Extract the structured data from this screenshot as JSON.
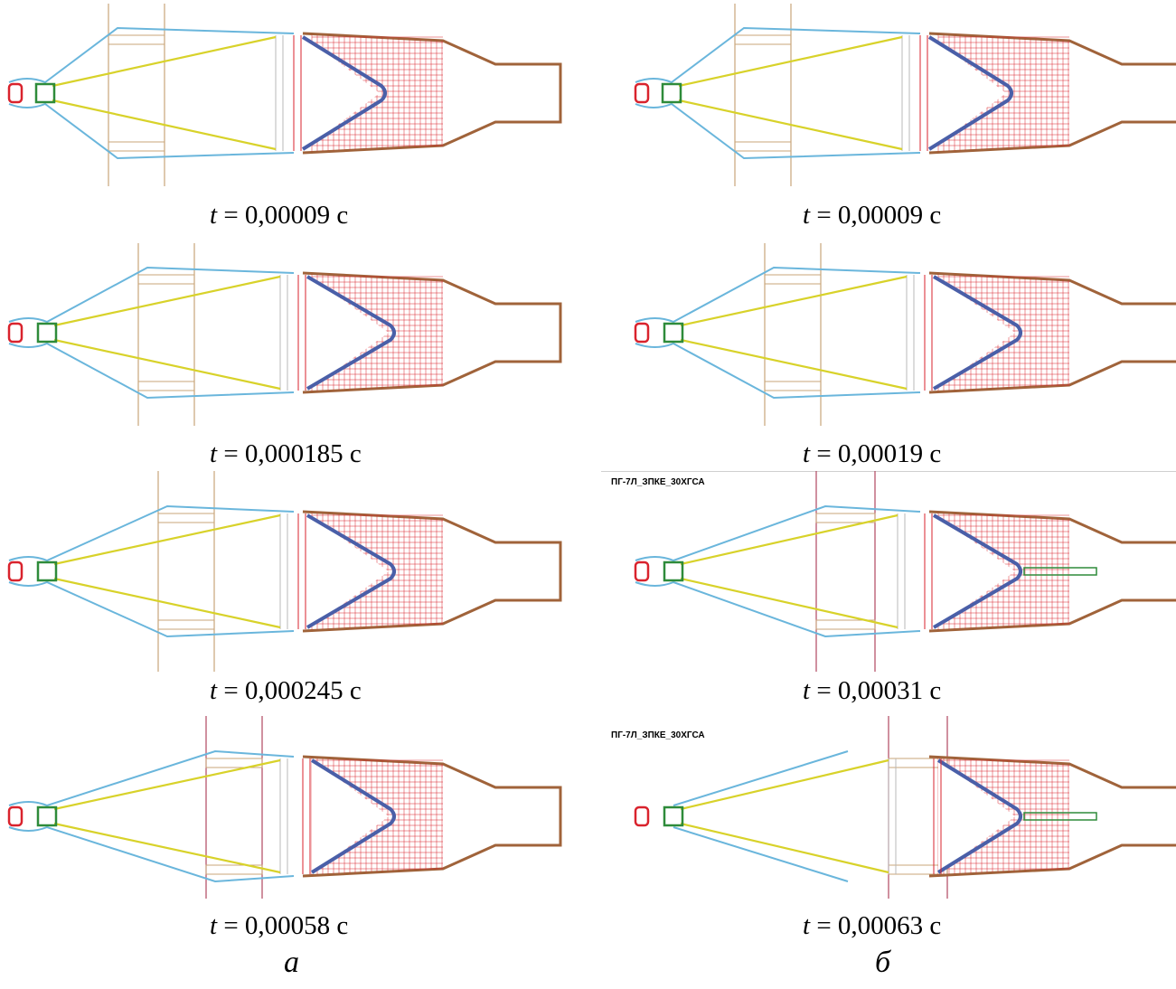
{
  "panels": [
    {
      "id": "a1",
      "caption_var": "t",
      "caption_rest": "= 0,00009 с",
      "header": ""
    },
    {
      "id": "a2",
      "caption_var": "t",
      "caption_rest": "= 0,000185 с",
      "header": ""
    },
    {
      "id": "a3",
      "caption_var": "t",
      "caption_rest": "= 0,000245 с",
      "header": ""
    },
    {
      "id": "a4",
      "caption_var": "t",
      "caption_rest": "= 0,00058 с",
      "header": ""
    },
    {
      "id": "b1",
      "caption_var": "t",
      "caption_rest": "= 0,00009 с",
      "header": ""
    },
    {
      "id": "b2",
      "caption_var": "t",
      "caption_rest": "= 0,00019 с",
      "header": ""
    },
    {
      "id": "b3",
      "caption_var": "t",
      "caption_rest": "= 0,00031 с",
      "header": "ПГ-7Л_ЗПКЕ_30ХГСА"
    },
    {
      "id": "b4",
      "caption_var": "t",
      "caption_rest": "= 0,00063 с",
      "header": "ПГ-7Л_ЗПКЕ_30ХГСА"
    }
  ],
  "column_labels": {
    "a": "а",
    "b": "б"
  },
  "colors": {
    "mesh": "#d9232d",
    "cone": "#4a5fa8",
    "liner": "#d8d22a",
    "ogive": "#6ab6dc",
    "body": "#a0633a",
    "fuze": "#2e8b3a",
    "plate": "#c9a57a",
    "plate_edge": "#b04860",
    "tip": "#d9232d"
  }
}
